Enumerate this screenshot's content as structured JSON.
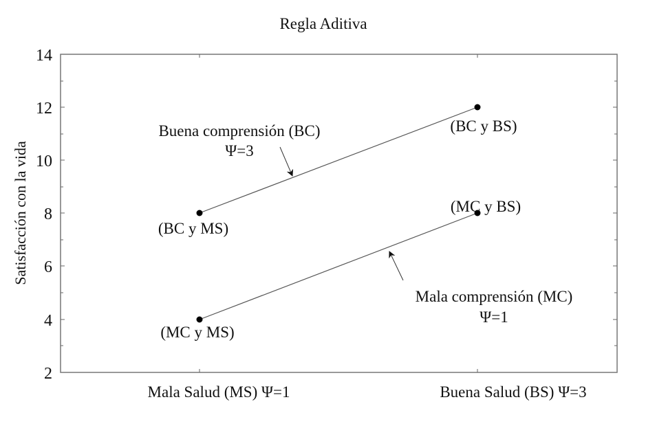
{
  "chart_data": {
    "type": "line",
    "title": "Regla Aditiva",
    "xlabel": "",
    "ylabel": "Satisfacción con la vida",
    "categories": [
      "Mala Salud (MS) Ψ=1",
      "Buena Salud (BS) Ψ=3"
    ],
    "ylim": [
      2,
      14
    ],
    "yticks": [
      2,
      4,
      6,
      8,
      10,
      12,
      14
    ],
    "grid": false,
    "legend": "none (inline annotations)",
    "series": [
      {
        "name": "Buena comprensión (BC) Ψ=3",
        "values": [
          8,
          12
        ],
        "point_labels": [
          "(BC y MS)",
          "(BC y BS)"
        ]
      },
      {
        "name": "Mala comprensión (MC) Ψ=1",
        "values": [
          4,
          8
        ],
        "point_labels": [
          "(MC y MS)",
          "(MC y BS)"
        ]
      }
    ],
    "annotations": [
      {
        "text_line1": "Buena comprensión (BC)",
        "text_line2": "Ψ=3",
        "points_to": "Buena comprensión line"
      },
      {
        "text_line1": "Mala comprensión (MC)",
        "text_line2": "Ψ=1",
        "points_to": "Mala comprensión line"
      }
    ]
  },
  "labels": {
    "title": "Regla Aditiva",
    "ylabel": "Satisfacción con la vida",
    "yticks": [
      "14",
      "12",
      "10",
      "8",
      "6",
      "4",
      "2"
    ],
    "xcat": [
      "Mala Salud (MS) Ψ=1",
      "Buena Salud (BS) Ψ=3"
    ],
    "points": {
      "bc_ms": "(BC y MS)",
      "bc_bs": "(BC y BS)",
      "mc_ms": "(MC y MS)",
      "mc_bs": "(MC y BS)"
    },
    "ann_bc_1": "Buena comprensión (BC)",
    "ann_bc_2": "Ψ=3",
    "ann_mc_1": "Mala comprensión (MC)",
    "ann_mc_2": "Ψ=1"
  },
  "colors": {
    "frame": "#777777",
    "line": "#555555",
    "marker": "#000000",
    "text": "#111111"
  }
}
